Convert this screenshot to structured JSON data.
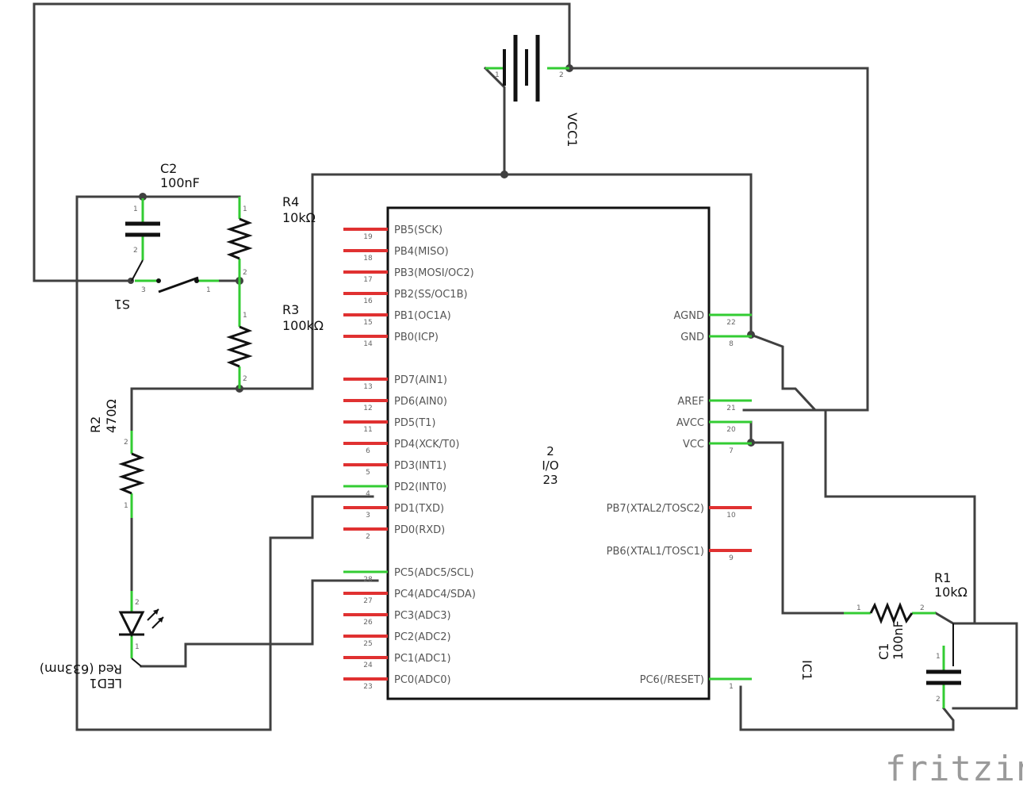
{
  "logo": {
    "text": "fritzing"
  },
  "chip": {
    "name": "IC1",
    "center_lines": [
      "2",
      "I/O",
      "23"
    ],
    "left_pins": [
      {
        "name": "PB5(SCK)",
        "num": "19",
        "connected": false
      },
      {
        "name": "PB4(MISO)",
        "num": "18",
        "connected": false
      },
      {
        "name": "PB3(MOSI/OC2)",
        "num": "17",
        "connected": false
      },
      {
        "name": "PB2(SS/OC1B)",
        "num": "16",
        "connected": false
      },
      {
        "name": "PB1(OC1A)",
        "num": "15",
        "connected": false
      },
      {
        "name": "PB0(ICP)",
        "num": "14",
        "connected": false
      },
      {
        "name": "PD7(AIN1)",
        "num": "13",
        "connected": false
      },
      {
        "name": "PD6(AIN0)",
        "num": "12",
        "connected": false
      },
      {
        "name": "PD5(T1)",
        "num": "11",
        "connected": false
      },
      {
        "name": "PD4(XCK/T0)",
        "num": "6",
        "connected": false
      },
      {
        "name": "PD3(INT1)",
        "num": "5",
        "connected": false
      },
      {
        "name": "PD2(INT0)",
        "num": "4",
        "connected": true
      },
      {
        "name": "PD1(TXD)",
        "num": "3",
        "connected": false
      },
      {
        "name": "PD0(RXD)",
        "num": "2",
        "connected": false
      },
      {
        "name": "PC5(ADC5/SCL)",
        "num": "28",
        "connected": true
      },
      {
        "name": "PC4(ADC4/SDA)",
        "num": "27",
        "connected": false
      },
      {
        "name": "PC3(ADC3)",
        "num": "26",
        "connected": false
      },
      {
        "name": "PC2(ADC2)",
        "num": "25",
        "connected": false
      },
      {
        "name": "PC1(ADC1)",
        "num": "24",
        "connected": false
      },
      {
        "name": "PC0(ADC0)",
        "num": "23",
        "connected": false
      }
    ],
    "right_pins": [
      {
        "name": "AGND",
        "num": "22",
        "connected": true
      },
      {
        "name": "GND",
        "num": "8",
        "connected": true
      },
      {
        "name": "AREF",
        "num": "21",
        "connected": true
      },
      {
        "name": "AVCC",
        "num": "20",
        "connected": true
      },
      {
        "name": "VCC",
        "num": "7",
        "connected": true
      },
      {
        "name": "PB7(XTAL2/TOSC2)",
        "num": "10",
        "connected": false
      },
      {
        "name": "PB6(XTAL1/TOSC1)",
        "num": "9",
        "connected": false
      },
      {
        "name": "PC6(/RESET)",
        "num": "1",
        "connected": true
      }
    ]
  },
  "components": {
    "vcc1": {
      "name": "VCC1",
      "pin1": "1",
      "pin2": "2"
    },
    "c2": {
      "name": "C2",
      "value": "100nF",
      "pin1": "1",
      "pin2": "2"
    },
    "r4": {
      "name": "R4",
      "value": "10kΩ",
      "pin1": "1",
      "pin2": "2"
    },
    "r3": {
      "name": "R3",
      "value": "100kΩ",
      "pin1": "1",
      "pin2": "2"
    },
    "s1": {
      "name": "S1",
      "pin1": "1",
      "pin3": "3"
    },
    "r2": {
      "name": "R2",
      "value": "470Ω",
      "pin1": "1",
      "pin2": "2"
    },
    "led1": {
      "name": "LED1",
      "value": "Red (633nm)",
      "pin1": "1",
      "pin2": "2"
    },
    "r1": {
      "name": "R1",
      "value": "10kΩ",
      "pin1": "1",
      "pin2": "2"
    },
    "c1": {
      "name": "C1",
      "value": "100nF",
      "pin1": "1",
      "pin2": "2"
    }
  }
}
